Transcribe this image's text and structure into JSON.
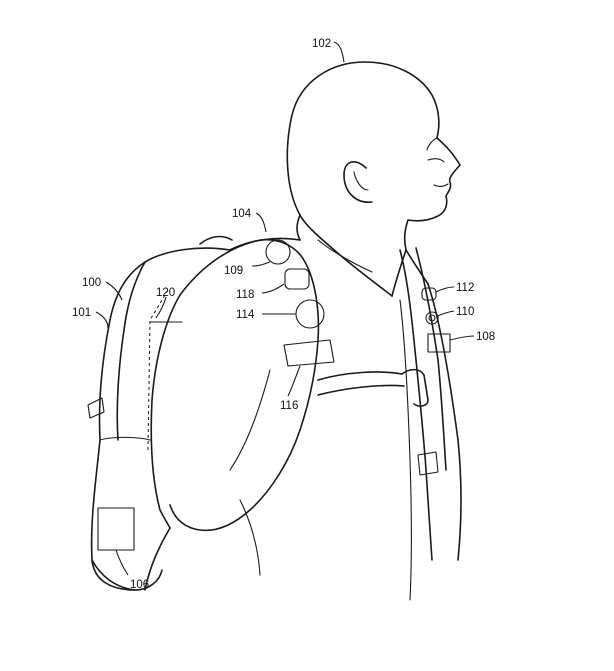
{
  "labels": {
    "l102": "102",
    "l104": "104",
    "l100": "100",
    "l101": "101",
    "l120": "120",
    "l109": "109",
    "l118": "118",
    "l114": "114",
    "l116": "116",
    "l112": "112",
    "l110": "110",
    "l108": "108",
    "l106": "106"
  },
  "colors": {
    "ink": "#1a1a1a",
    "paper": "#ffffff"
  }
}
